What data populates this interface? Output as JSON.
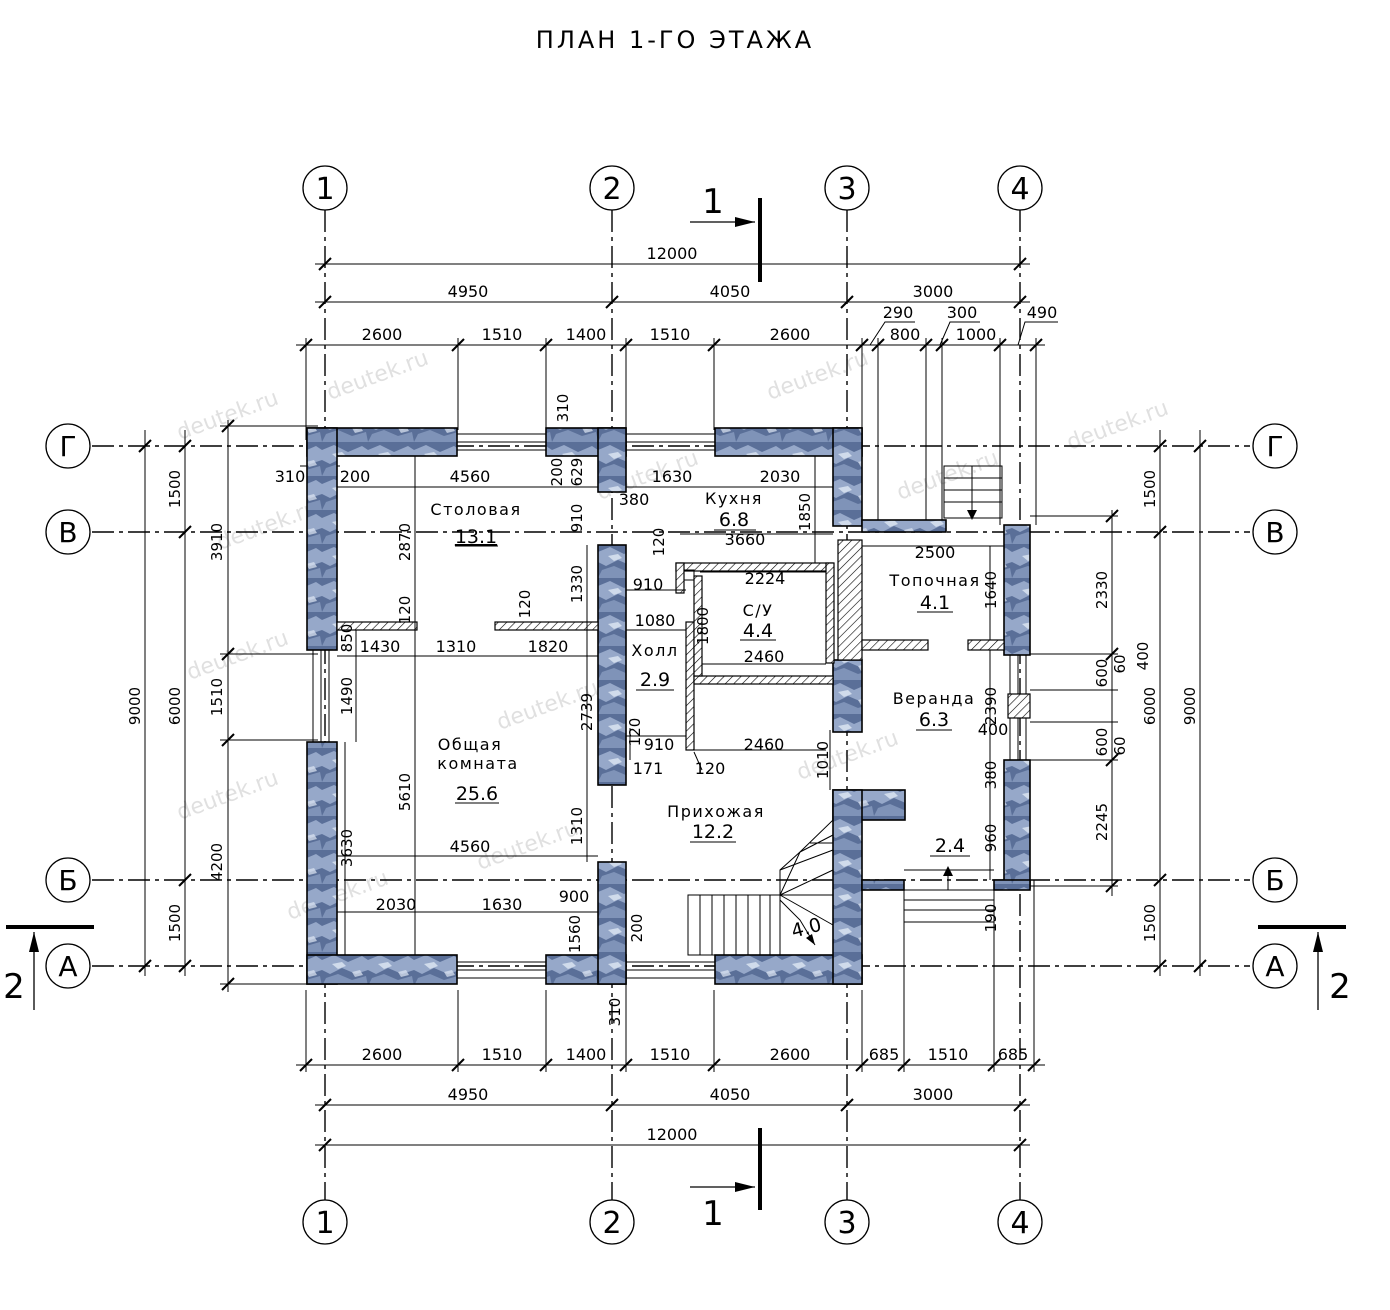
{
  "title": "ПЛАН 1-ГО ЭТАЖА",
  "watermark": "deutek.ru",
  "colors": {
    "wall": "#5a6f98",
    "wall_light": "#a9bbd9",
    "line": "#000000"
  },
  "axes": {
    "numeric": [
      "1",
      "2",
      "3",
      "4"
    ],
    "letters": [
      "Г",
      "В",
      "Б",
      "А"
    ]
  },
  "sections": {
    "s1": "1",
    "s2": "2"
  },
  "dims_top": {
    "overall": "12000",
    "bays": [
      "4950",
      "4050",
      "3000"
    ],
    "row3": [
      "2600",
      "1510",
      "1400",
      "1510",
      "2600",
      "800",
      "1000"
    ],
    "small": [
      "290",
      "300",
      "490"
    ]
  },
  "dims_bottom": {
    "overall": "12000",
    "bays": [
      "4950",
      "4050",
      "3000"
    ],
    "row3": [
      "2600",
      "1510",
      "1400",
      "1510",
      "2600",
      "685",
      "1510",
      "685"
    ],
    "small": [
      "310"
    ]
  },
  "dims_left": [
    "9000",
    "6000",
    "1500",
    "4200",
    "1500",
    "3910",
    "1510",
    "310"
  ],
  "dims_right": [
    "9000",
    "6000",
    "1500",
    "2330",
    "2245",
    "1500",
    "600",
    "60",
    "400",
    "600",
    "60"
  ],
  "rooms": [
    {
      "name": "Столовая",
      "area": "13.1"
    },
    {
      "name": "Кухня",
      "area": "6.8"
    },
    {
      "name": "Топочная",
      "area": "4.1"
    },
    {
      "name": "С/У",
      "area": "4.4"
    },
    {
      "name": "Холл",
      "area": "2.9"
    },
    {
      "name": "Веранда",
      "area": "6.3"
    },
    {
      "name": "Общая",
      "name2": "комната",
      "area": "25.6"
    },
    {
      "name": "Прихожая",
      "area": "12.2"
    },
    {
      "name": "",
      "area": "2.4"
    },
    {
      "name": "",
      "area": "4.0"
    }
  ],
  "inner_dims": {
    "d200a": "200",
    "d4560a": "4560",
    "d200b": "200",
    "d629": "629",
    "d310": "310",
    "d1630a": "1630",
    "d2030a": "2030",
    "d380": "380",
    "d1850": "1850",
    "d3660": "3660",
    "d910a": "910",
    "d120a": "120",
    "d2500": "2500",
    "d2224": "2224",
    "d1640": "1640",
    "d2870": "2870",
    "d1330": "1330",
    "d910b": "910",
    "d1080": "1080",
    "d1800": "1800",
    "d120b": "120",
    "d120c": "120",
    "d1430": "1430",
    "d1310a": "1310",
    "d1820": "1820",
    "d850": "850",
    "d2460a": "2460",
    "d1490": "1490",
    "d2739": "2739",
    "d2390": "2390",
    "d400": "400",
    "d120d": "120",
    "d910c": "910",
    "d2460b": "2460",
    "d171": "171",
    "d120e": "120",
    "d1010": "1010",
    "d380b": "380",
    "d5610": "5610",
    "d3630": "3630",
    "d1310b": "1310",
    "d4560b": "4560",
    "d960": "960",
    "d900": "900",
    "d2030b": "2030",
    "d1630b": "1630",
    "d1560": "1560",
    "d200c": "200",
    "d190": "190"
  }
}
